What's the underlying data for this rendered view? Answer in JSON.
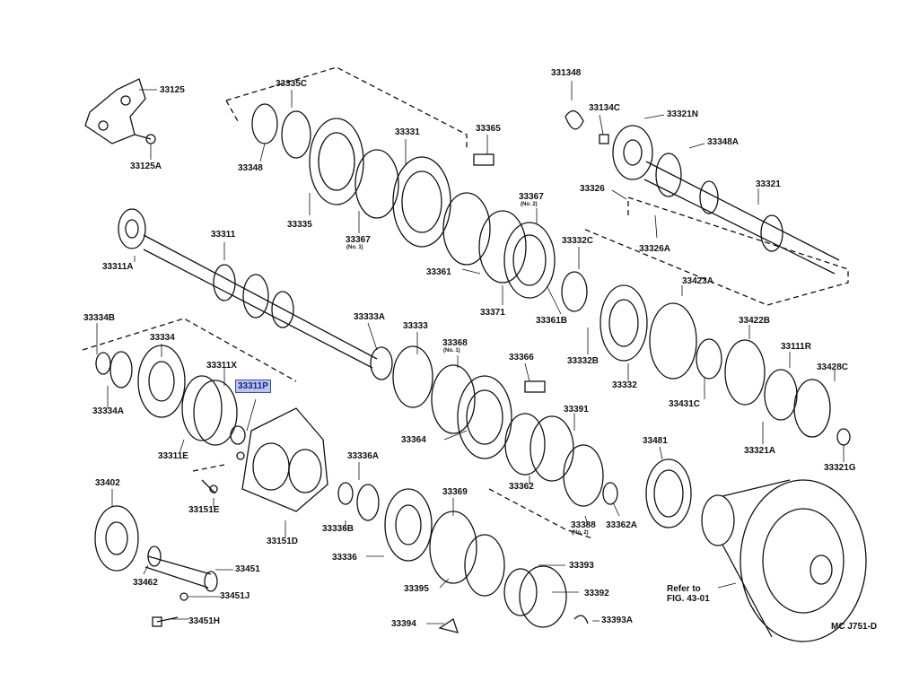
{
  "highlight_color": "#b9c3f0",
  "labels": {
    "p33125": "33125",
    "p33125A": "33125A",
    "p33335C": "33335C",
    "p33348": "33348",
    "p33335": "33335",
    "p33331": "33331",
    "p33365": "33365",
    "p33367a": "33367",
    "p33367a_sub": "(No. 1)",
    "p33367b": "33367",
    "p33367b_sub": "(No. 2)",
    "p33361": "33361",
    "p33371": "33371",
    "p33361B": "33361B",
    "p331348": "331348",
    "p33134C": "33134C",
    "p33321N": "33321N",
    "p33348A": "33348A",
    "p33326": "33326",
    "p33326A": "33326A",
    "p33321": "33321",
    "p33332C": "33332C",
    "p33332B": "33332B",
    "p33423A": "33423A",
    "p33332": "33332",
    "p33422B": "33422B",
    "p33431C": "33431C",
    "p33111R": "33111R",
    "p33428C": "33428C",
    "p33321A": "33321A",
    "p33321G": "33321G",
    "p33311": "33311",
    "p33311A": "33311A",
    "p33334B": "33334B",
    "p33334": "33334",
    "p33334A": "33334A",
    "p33311X": "33311X",
    "p33311P": "33311P",
    "p33311E": "33311E",
    "p33333A": "33333A",
    "p33333": "33333",
    "p33368": "33368",
    "p33368_sub": "(No. 1)",
    "p33366": "33366",
    "p33391": "33391",
    "p33364": "33364",
    "p33362": "33362",
    "p33388": "33388",
    "p33388_sub": "(No. 2)",
    "p33362A": "33362A",
    "p33481": "33481",
    "p33402": "33402",
    "p33151E": "33151E",
    "p33151D": "33151D",
    "p33462": "33462",
    "p33451": "33451",
    "p33451J": "33451J",
    "p33451H": "33451H",
    "p33336A": "33336A",
    "p33336B": "33336B",
    "p33336": "33336",
    "p33369": "33369",
    "p33393": "33393",
    "p33395": "33395",
    "p33392": "33392",
    "p33394": "33394",
    "p33393A": "33393A"
  },
  "refer_note": {
    "line1": "Refer to",
    "line2": "FIG. 43-01"
  },
  "figure_code": "MC J751-D"
}
